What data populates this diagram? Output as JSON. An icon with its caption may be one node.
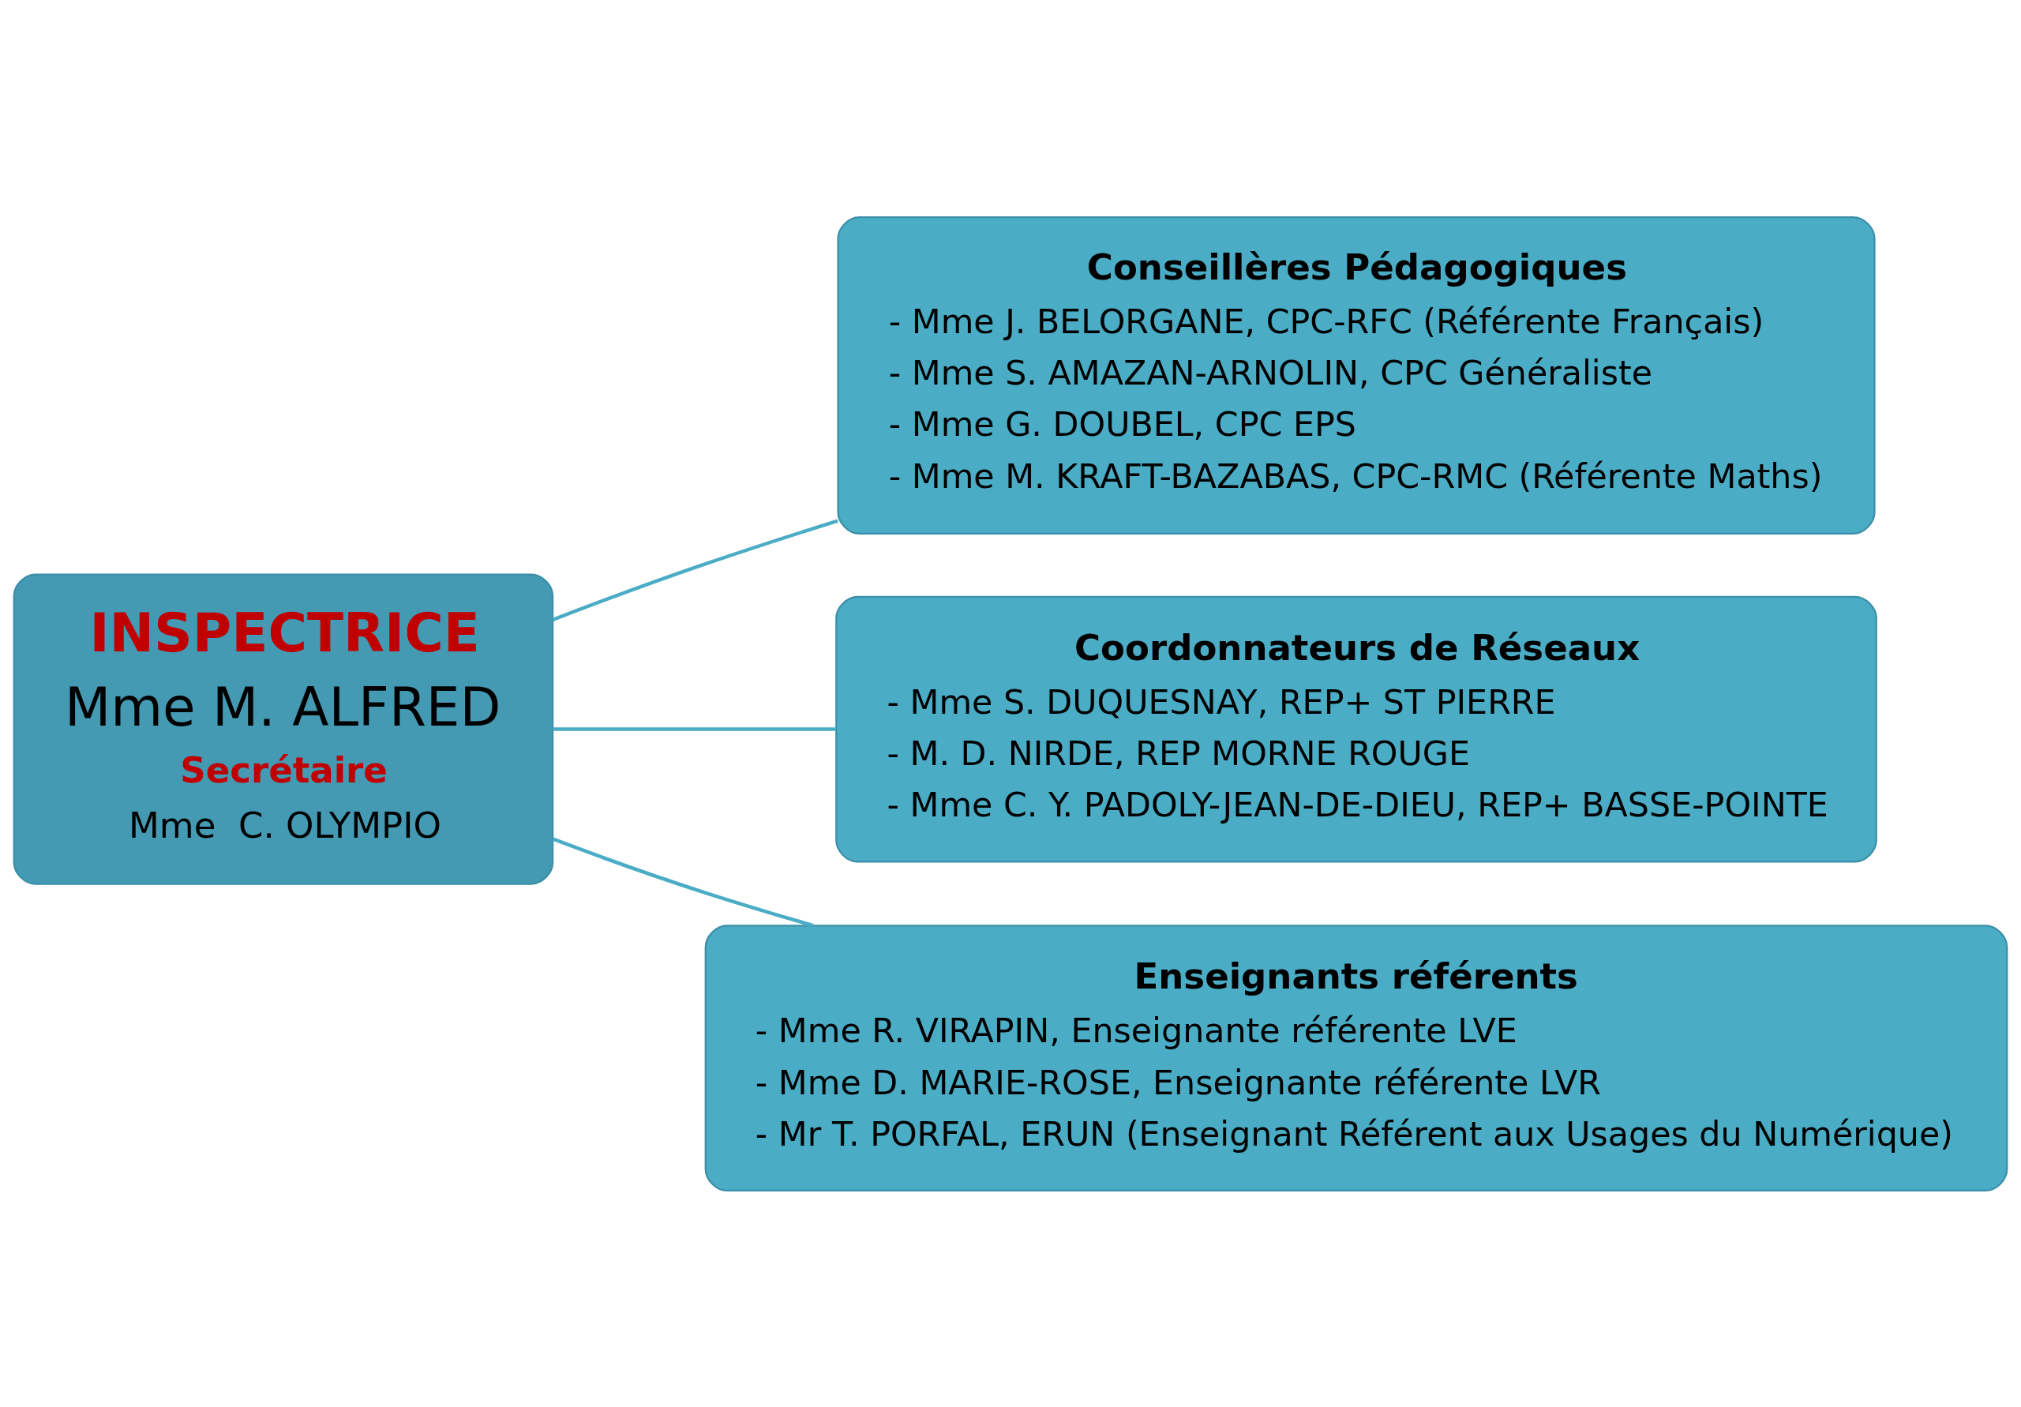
{
  "diagram": {
    "nodes": [
      {
        "text": [
          "INSPECTRICE",
          "Mme M. ALFRED",
          "Secrétaire",
          "Mme  C. OLYMPIO"
        ]
      },
      {
        "text": [
          "Conseillères Pédagogiques",
          "- Mme J. BELORGANE, CPC-RFC (Référente Français)",
          "- Mme S. AMAZAN-ARNOLIN, CPC Généraliste",
          "- Mme G. DOUBEL, CPC EPS",
          "- Mme M. KRAFT-BAZABAS, CPC-RMC (Référente Maths)"
        ]
      },
      {
        "text": [
          "Coordonnateurs de Réseaux",
          "- Mme S. DUQUESNAY, REP+ ST PIERRE",
          "- M. D. NIRDE, REP MORNE ROUGE",
          "- Mme C. Y. PADOLY-JEAN-DE-DIEU, REP+ BASSE-POINTE"
        ]
      },
      {
        "text": [
          "Enseignants référents",
          "- Mme R. VIRAPIN, Enseignante référente LVE",
          "- Mme D. MARIE-ROSE, Enseignante référente LVR",
          "- Mr T. PORFAL, ERUN (Enseignant Référent aux Usages du Numérique)"
        ]
      }
    ],
    "edges": [
      {
        "from": 0,
        "to": 1,
        "arrow": "none"
      },
      {
        "from": 0,
        "to": 2,
        "arrow": "none"
      },
      {
        "from": 0,
        "to": 3,
        "arrow": "none"
      }
    ]
  }
}
